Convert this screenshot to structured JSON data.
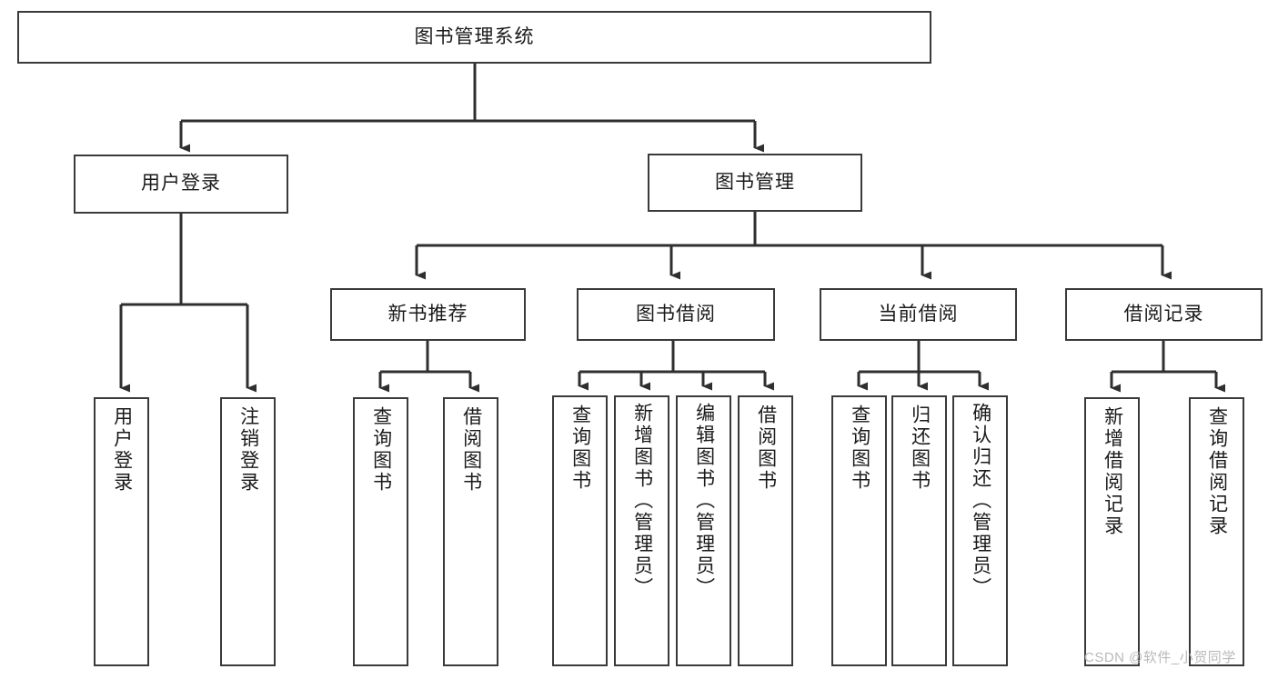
{
  "diagram": {
    "title": "图书管理系统",
    "type": "tree-hierarchy",
    "watermark": "CSDN @软件_小贺同学",
    "colors": {
      "background": "#ffffff",
      "box_border": "#3a3a3a",
      "connector": "#2f2f2f",
      "text": "#1a1a1a",
      "watermark": "#b9b9b9"
    },
    "root": {
      "label": "图书管理系统"
    },
    "level1": [
      {
        "label": "用户登录"
      },
      {
        "label": "图书管理"
      }
    ],
    "level2": [
      {
        "label": "新书推荐"
      },
      {
        "label": "图书借阅"
      },
      {
        "label": "当前借阅"
      },
      {
        "label": "借阅记录"
      }
    ],
    "leaves": {
      "user_login": [
        {
          "label": "用户登录"
        },
        {
          "label": "注销登录"
        }
      ],
      "new_book_recommend": [
        {
          "label": "查询图书"
        },
        {
          "label": "借阅图书"
        }
      ],
      "book_borrow": [
        {
          "label": "查询图书"
        },
        {
          "label": "新增图书（管理员）"
        },
        {
          "label": "编辑图书（管理员）"
        },
        {
          "label": "借阅图书"
        }
      ],
      "current_borrow": [
        {
          "label": "查询图书"
        },
        {
          "label": "归还图书"
        },
        {
          "label": "确认归还（管理员）"
        }
      ],
      "borrow_records": [
        {
          "label": "新增借阅记录"
        },
        {
          "label": "查询借阅记录"
        }
      ]
    }
  }
}
